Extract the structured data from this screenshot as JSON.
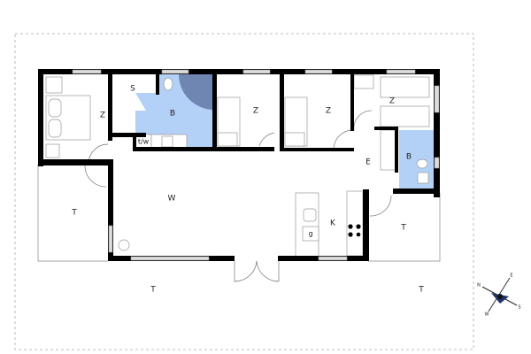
{
  "plan": {
    "colors": {
      "bathroom": "#b3d1f7",
      "shower": "#6f86b3",
      "walls": "#000000",
      "border": "#aaaaaa"
    },
    "rooms": {
      "bedroom1": "Z",
      "storage": "S",
      "bath1": "B",
      "washer": "t/w",
      "bedroom2": "Z",
      "bedroom3": "Z",
      "bedroom4": "Z",
      "bath2": "B",
      "entrance": "E",
      "living": "W",
      "kitchen": "K",
      "appliance": "g",
      "terrace_left": "T",
      "terrace_right": "T",
      "terrace_bottom_left": "T",
      "terrace_bottom_right": "T"
    },
    "compass": {
      "n": "N",
      "e": "E",
      "s": "S",
      "w": "W"
    }
  }
}
